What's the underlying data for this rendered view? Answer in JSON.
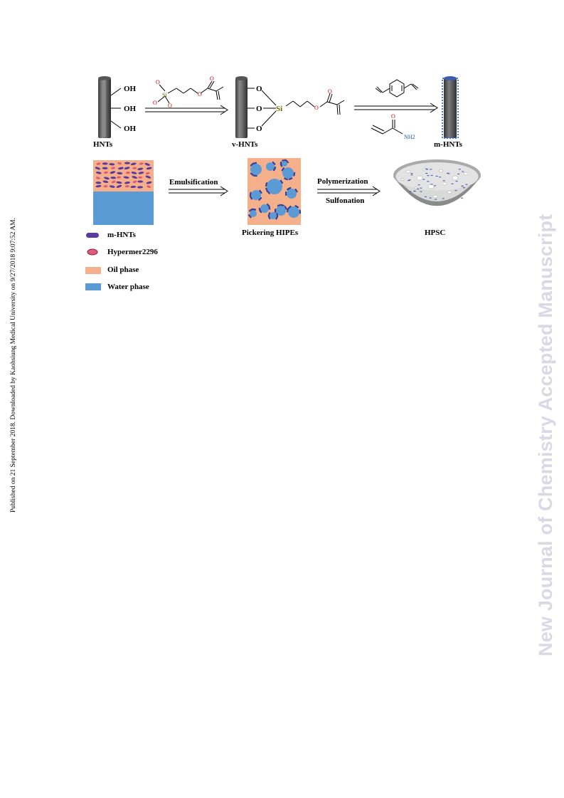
{
  "side_note": "Published on 21 September 2018. Downloaded by Kaohsiung Medical University on 9/27/2018 9:07:52 AM.",
  "watermark": "New Journal of Chemistry Accepted Manuscript",
  "scheme": {
    "groups": {
      "oh": "OH",
      "o": "O",
      "si": "Si",
      "nh2": "NH2"
    },
    "labels": {
      "hnts": "HNTs",
      "v_hnts": "v-HNTs",
      "m_hnts": "m-HNTs",
      "emulsification": "Emulsification",
      "pickering": "Pickering HIPEs",
      "polymerization": "Polymerization",
      "sulfonation": "Sulfonation",
      "hpsc": "HPSC"
    },
    "legend": [
      {
        "label": "m-HNTs"
      },
      {
        "label": "Hypermer2296"
      },
      {
        "label": "Oil phase"
      },
      {
        "label": "Water phase"
      }
    ],
    "colors": {
      "tube": "#5a5a5a",
      "m_hnt": "#5b3aa0",
      "hypermer": "#e05a7a",
      "oil": "#f4b08a",
      "water": "#5b9bd5",
      "droplet": "#5b9bd5",
      "blue_mark": "#3a4fb0"
    }
  }
}
